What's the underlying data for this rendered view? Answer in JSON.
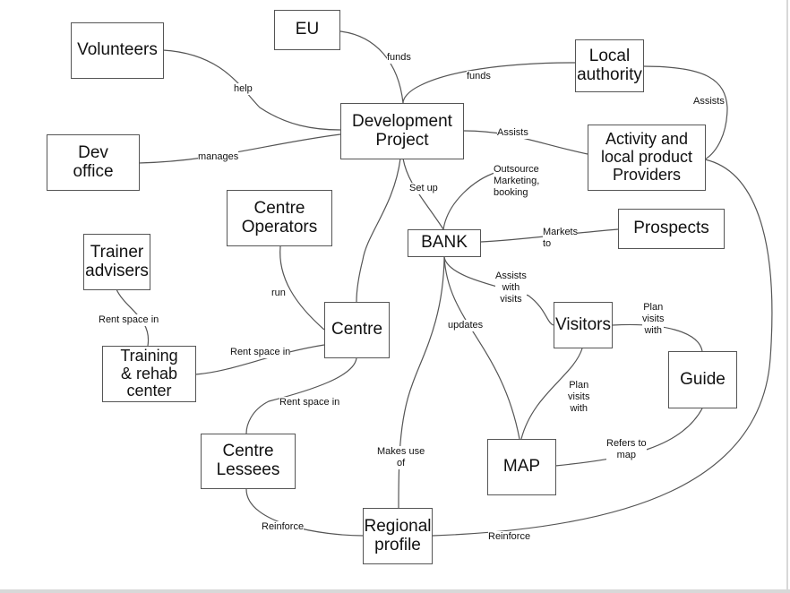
{
  "diagram": {
    "nodes": {
      "eu": "EU",
      "volunteers": "Volunteers",
      "local_authority": "Local\nauthority",
      "development_project": "Development\nProject",
      "dev_office": "Dev\noffice",
      "activity_providers": "Activity and\nlocal product\nProviders",
      "centre_operators": "Centre\nOperators",
      "bank": "BANK",
      "prospects": "Prospects",
      "trainer_advisers": "Trainer\nadvisers",
      "centre": "Centre",
      "visitors": "Visitors",
      "training_rehab_center": "Training\n& rehab\ncenter",
      "guide": "Guide",
      "centre_lessees": "Centre\nLessees",
      "map": "MAP",
      "regional_profile": "Regional\nprofile"
    },
    "edge_labels": {
      "funds_eu": "funds",
      "funds_la": "funds",
      "help": "help",
      "assists_la": "Assists",
      "assists_devproj": "Assists",
      "manages": "manages",
      "outsource": "Outsource\nMarketing,\nbooking",
      "set_up": "Set up",
      "markets_to": "Markets\nto",
      "run": "run",
      "assists_visits": "Assists\nwith\nvisits",
      "rent_trainer": "Rent space in",
      "rent_training": "Rent space in",
      "updates": "updates",
      "plan_visits_guide": "Plan\nvisits\nwith",
      "plan_visits_map": "Plan\nvisits\nwith",
      "rent_lessees": "Rent space in",
      "refers_to_map": "Refers to\nmap",
      "makes_use_of": "Makes use\nof",
      "reinforce_lessees": "Reinforce",
      "reinforce_providers": "Reinforce"
    },
    "colors": {
      "line": "#555555",
      "box_border": "#555555",
      "text": "#111111",
      "background": "#ffffff"
    }
  }
}
